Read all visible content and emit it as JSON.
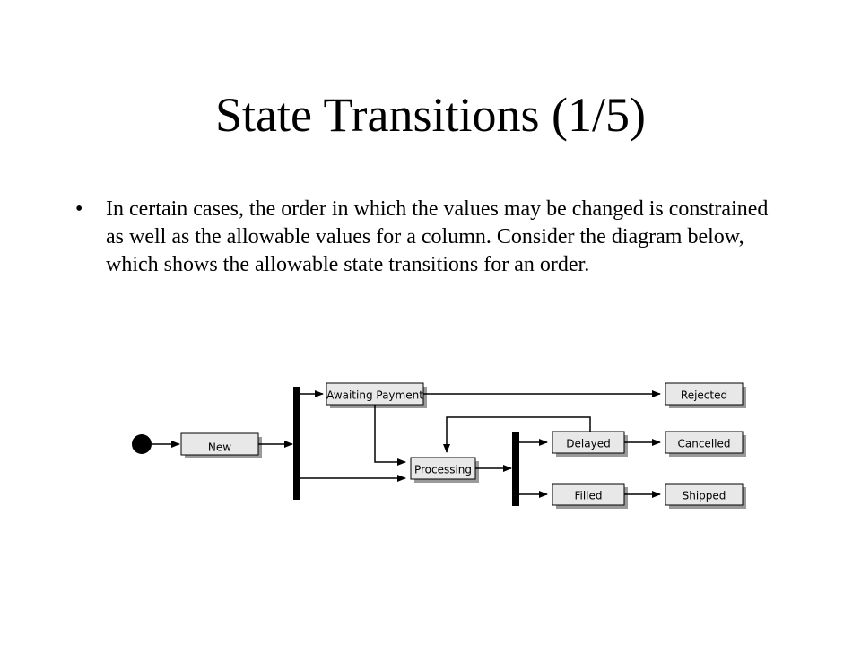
{
  "slide": {
    "title": "State Transitions (1/5)",
    "bullet": "In certain cases, the order in which the values may be changed is constrained as well as the allowable values for a column. Consider the diagram below, which shows the allowable state transitions for an order."
  },
  "diagram": {
    "states": {
      "new": "New",
      "awaiting_payment": "Awaiting Payment",
      "processing": "Processing",
      "delayed": "Delayed",
      "filled": "Filled",
      "rejected": "Rejected",
      "cancelled": "Cancelled",
      "shipped": "Shipped"
    },
    "colors": {
      "box_fill": "#e8e8e8",
      "box_stroke": "#000000",
      "shadow": "#9a9a9a",
      "line": "#000000"
    }
  }
}
